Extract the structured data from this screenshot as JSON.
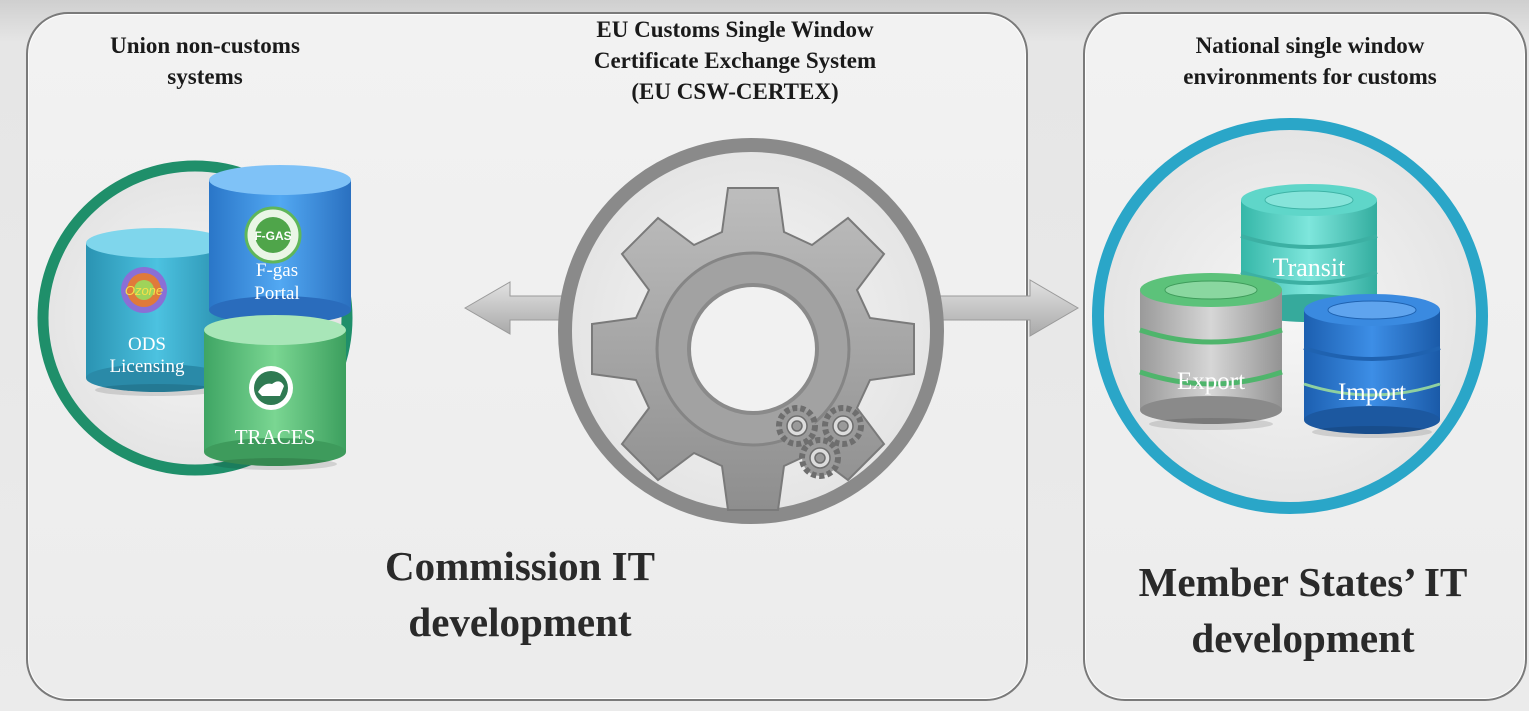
{
  "left_panel": {
    "heading": [
      "Union non-customs",
      "systems"
    ],
    "footer": [
      "Commission IT",
      "development"
    ],
    "databases": {
      "ods": [
        "ODS",
        "Licensing"
      ],
      "ods_logo": "Ozone",
      "fgas": [
        "F-gas",
        "Portal"
      ],
      "fgas_logo": "F-GAS",
      "traces": "TRACES"
    }
  },
  "center": {
    "heading": [
      "EU Customs Single Window",
      "Certificate Exchange System",
      "(EU CSW-CERTEX)"
    ],
    "icon": "gear-icon"
  },
  "right_panel": {
    "heading": [
      "National single window",
      "environments for customs"
    ],
    "footer": [
      "Member States’ IT",
      "development"
    ],
    "databases": {
      "transit": "Transit",
      "export": "Export",
      "import": "Import"
    }
  },
  "colors": {
    "green_ring": "#1f8f6a",
    "blue_ring": "#2aa6c8",
    "gray_ring": "#8a8a8a",
    "cyan_db": "#35a9c6",
    "blue_db": "#3a8fe0",
    "green_db": "#5cc27a",
    "teal_db": "#4fd1c0"
  }
}
